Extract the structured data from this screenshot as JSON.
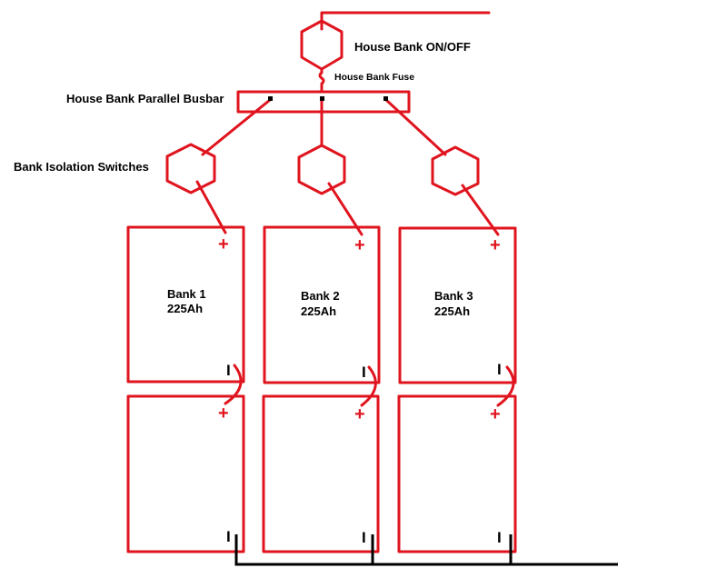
{
  "labels": {
    "main_switch": "House Bank ON/OFF",
    "fuse": "House Bank Fuse",
    "busbar": "House Bank Parallel Busbar",
    "isolation_switches": "Bank Isolation Switches"
  },
  "banks": [
    {
      "name": "Bank 1",
      "capacity": "225Ah"
    },
    {
      "name": "Bank 2",
      "capacity": "225Ah"
    },
    {
      "name": "Bank 3",
      "capacity": "225Ah"
    }
  ],
  "terminals": {
    "positive": "+",
    "negative": "I"
  },
  "colors": {
    "wire": "#e0141e",
    "ground": "#000000",
    "background": "#ffffff"
  }
}
